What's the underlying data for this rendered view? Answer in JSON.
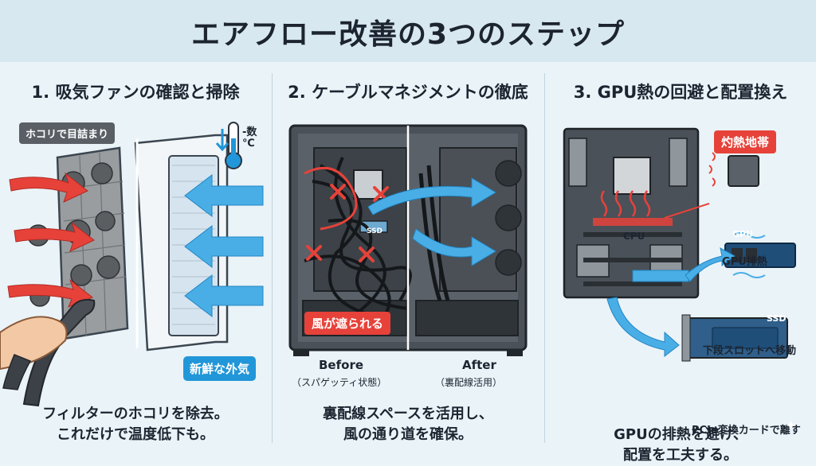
{
  "title": "エアフロー改善の3つのステップ",
  "steps": [
    {
      "heading": "1. 吸気ファンの確認と掃除",
      "tag_dust": "ホコリで目詰まり",
      "temp_label": "-数\n℃",
      "tag_fresh": "新鮮な外気",
      "caption_lines": [
        "フィルターのホコリを除去。",
        "これだけで温度低下も。"
      ]
    },
    {
      "heading": "2. ケーブルマネジメントの徹底",
      "tag_blocked": "風が遮られる",
      "ssd_label": "SSD",
      "before_title": "Before",
      "before_sub": "（スパゲッティ状態）",
      "after_title": "After",
      "after_sub": "（裏配線活用）",
      "caption_lines": [
        "裏配線スペースを活用し、",
        "風の通り道を確保。"
      ]
    },
    {
      "heading": "3. GPU熱の回避と配置換え",
      "tag_hot": "灼熱地帯",
      "cpu_label": "CPU",
      "gpu_label": "GPU",
      "gpu_heat": "GPU排熱",
      "ssd_label": "SSD",
      "move_label": "下段スロットへ移動",
      "pcie_label": "PCIe変換カードで離す",
      "caption_lines": [
        "GPUの排熱を避け、",
        "配置を工夫する。"
      ]
    }
  ],
  "colors": {
    "accent_red": "#e6423a",
    "accent_blue": "#2196d8",
    "panel_bg": "#eaf3f8",
    "header_bg": "#d8e8f1"
  }
}
